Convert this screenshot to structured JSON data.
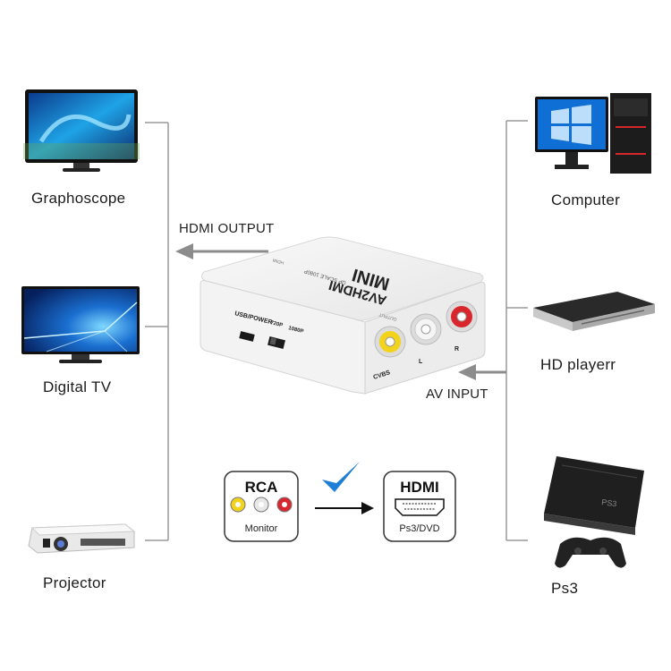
{
  "devices_left": [
    {
      "label": "Graphoscope"
    },
    {
      "label": "Digital  TV"
    },
    {
      "label": "Projector"
    }
  ],
  "devices_right": [
    {
      "label": "Computer"
    },
    {
      "label": "HD playerr"
    },
    {
      "label": "Ps3"
    }
  ],
  "arrows": {
    "hdmi_output": "HDMI OUTPUT",
    "av_input": "AV INPUT"
  },
  "converter": {
    "model": "AV2HDMI",
    "brand": "MINI",
    "resolution_text": "UP SCALE 1080P",
    "usb_power": "USB/POWER",
    "res_720": "720P",
    "res_1080": "1080P",
    "port_cvbs": "CVBS",
    "port_l": "L",
    "port_r": "R",
    "hdmi_port_label": "HDMI",
    "side_label": "OUTPUT"
  },
  "rca_box": {
    "title": "RCA",
    "caption": "Monitor"
  },
  "hdmi_box": {
    "title": "HDMI",
    "caption": "Ps3/DVD"
  },
  "colors": {
    "connector_line": "#9a9a9a",
    "arrow": "#8c8c8c",
    "check": "#1f7fd6",
    "rca_yellow": "#f2d21a",
    "rca_white": "#e8e8e8",
    "rca_red": "#d8262c"
  }
}
